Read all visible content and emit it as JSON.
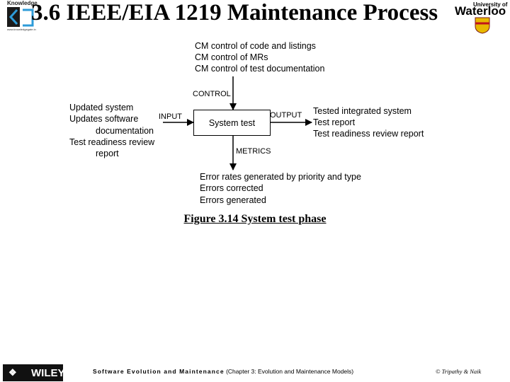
{
  "header": {
    "title": "3.6 IEEE/EIA 1219 Maintenance Process",
    "left_logo_text": "Knowledge",
    "left_logo_url": "www.knowledgegate.in",
    "right_logo_top": "University of",
    "right_logo_main": "Waterloo"
  },
  "diagram": {
    "control_items": [
      "CM control of code and listings",
      "CM control of MRs",
      "CM control of test documentation"
    ],
    "control_label": "CONTROL",
    "input_items": [
      "Updated system",
      "Updates software",
      "documentation",
      "Test readiness review",
      "report"
    ],
    "input_label": "INPUT",
    "process_label": "System test",
    "output_label": "OUTPUT",
    "output_items": [
      "Tested integrated system",
      "Test report",
      "Test readiness review report"
    ],
    "metrics_label": "METRICS",
    "metrics_items": [
      "Error rates generated by priority and type",
      "Errors corrected",
      "Errors generated"
    ]
  },
  "caption": "Figure 3.14 System test phase",
  "footer": {
    "publisher": "WILEY",
    "book_title": "Software Evolution and Maintenance",
    "chapter": "(Chapter 3: Evolution and Maintenance Models)",
    "copyright": "© Tripathy & Naik"
  }
}
